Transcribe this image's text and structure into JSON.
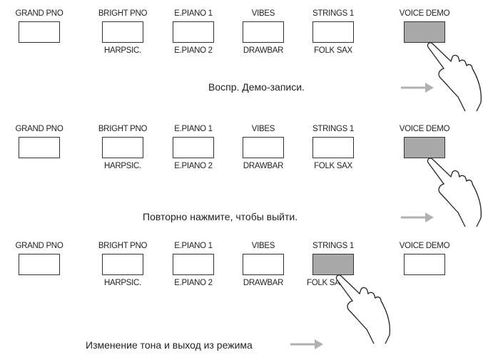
{
  "buttons": [
    {
      "top": "GRAND PNO",
      "bottom": ""
    },
    {
      "top": "BRIGHT PNO",
      "bottom": "HARPSIC."
    },
    {
      "top": "E.PIANO 1",
      "bottom": "E.PIANO 2"
    },
    {
      "top": "VIBES",
      "bottom": "DRAWBAR"
    },
    {
      "top": "STRINGS 1",
      "bottom": "FOLK SAX"
    },
    {
      "top": "VOICE DEMO",
      "bottom": ""
    }
  ],
  "panels": [
    {
      "caption": "Воспр. Демо-записи.",
      "pressed_button": "VOICE DEMO"
    },
    {
      "caption": "Повторно нажмите, чтобы выйти.",
      "pressed_button": "VOICE DEMO"
    },
    {
      "caption": "Изменение тона и выход из режима",
      "pressed_button": "STRINGS 1"
    }
  ],
  "colors": {
    "pressed": "#a9a9a9",
    "arrow": "#b0b0b0",
    "outline": "#333333"
  },
  "icons": [
    "hand-pointer-icon",
    "right-arrow-icon"
  ]
}
